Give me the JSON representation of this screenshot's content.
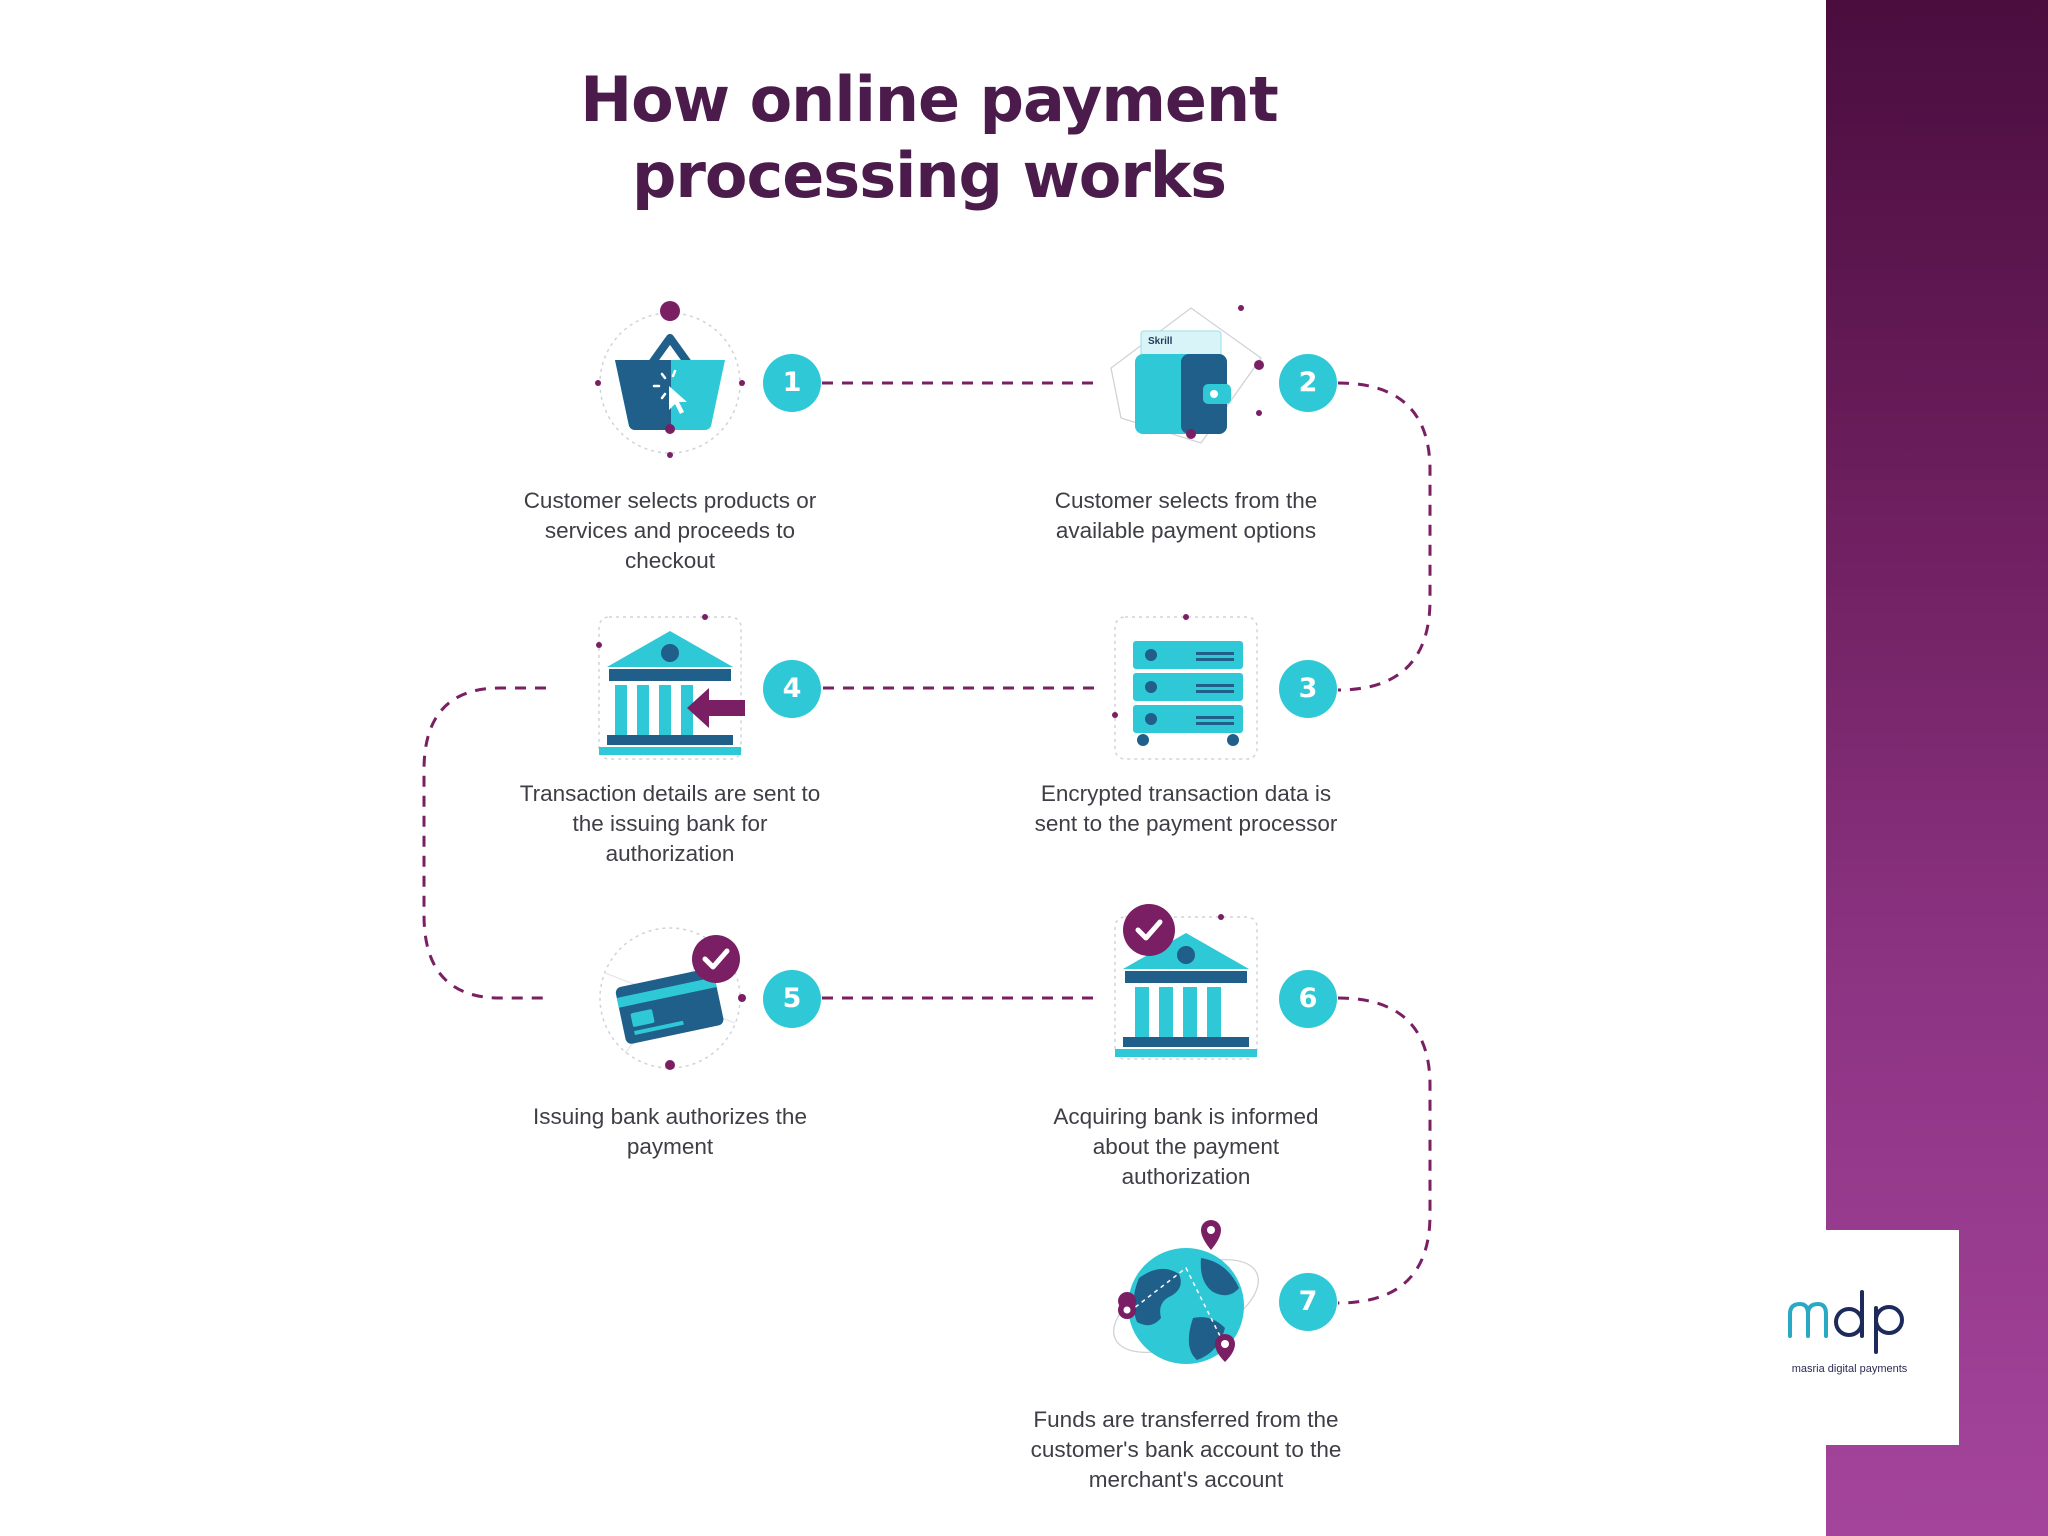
{
  "title": [
    "How online payment",
    "processing works"
  ],
  "steps": [
    {
      "number": "1",
      "icon": "shopping-basket-icon",
      "caption": [
        "Customer selects products or",
        "services and proceeds to",
        "checkout"
      ]
    },
    {
      "number": "2",
      "icon": "wallet-icon",
      "wallet_label": "Skrill",
      "caption": [
        "Customer selects from the",
        "available payment options"
      ]
    },
    {
      "number": "3",
      "icon": "server-icon",
      "caption": [
        "Encrypted transaction data is",
        "sent to the payment processor"
      ]
    },
    {
      "number": "4",
      "icon": "bank-arrow-icon",
      "caption": [
        "Transaction details are sent to",
        "the issuing bank for",
        "authorization"
      ]
    },
    {
      "number": "5",
      "icon": "credit-card-check-icon",
      "caption": [
        "Issuing bank authorizes the",
        "payment"
      ]
    },
    {
      "number": "6",
      "icon": "bank-check-icon",
      "caption": [
        "Acquiring bank is informed",
        "about the payment",
        "authorization"
      ]
    },
    {
      "number": "7",
      "icon": "globe-icon",
      "caption": [
        "Funds are transferred from the",
        "customer's bank account to the",
        "merchant's account"
      ]
    }
  ],
  "logo": {
    "mark": "mdp",
    "tagline": "masria digital payments"
  },
  "colors": {
    "teal": "#2fc8d6",
    "navy": "#1f5f8a",
    "plum": "#7a1f63",
    "title": "#4b1b4c",
    "band_top": "#4a0d3e",
    "band_bottom": "#a4459c"
  }
}
